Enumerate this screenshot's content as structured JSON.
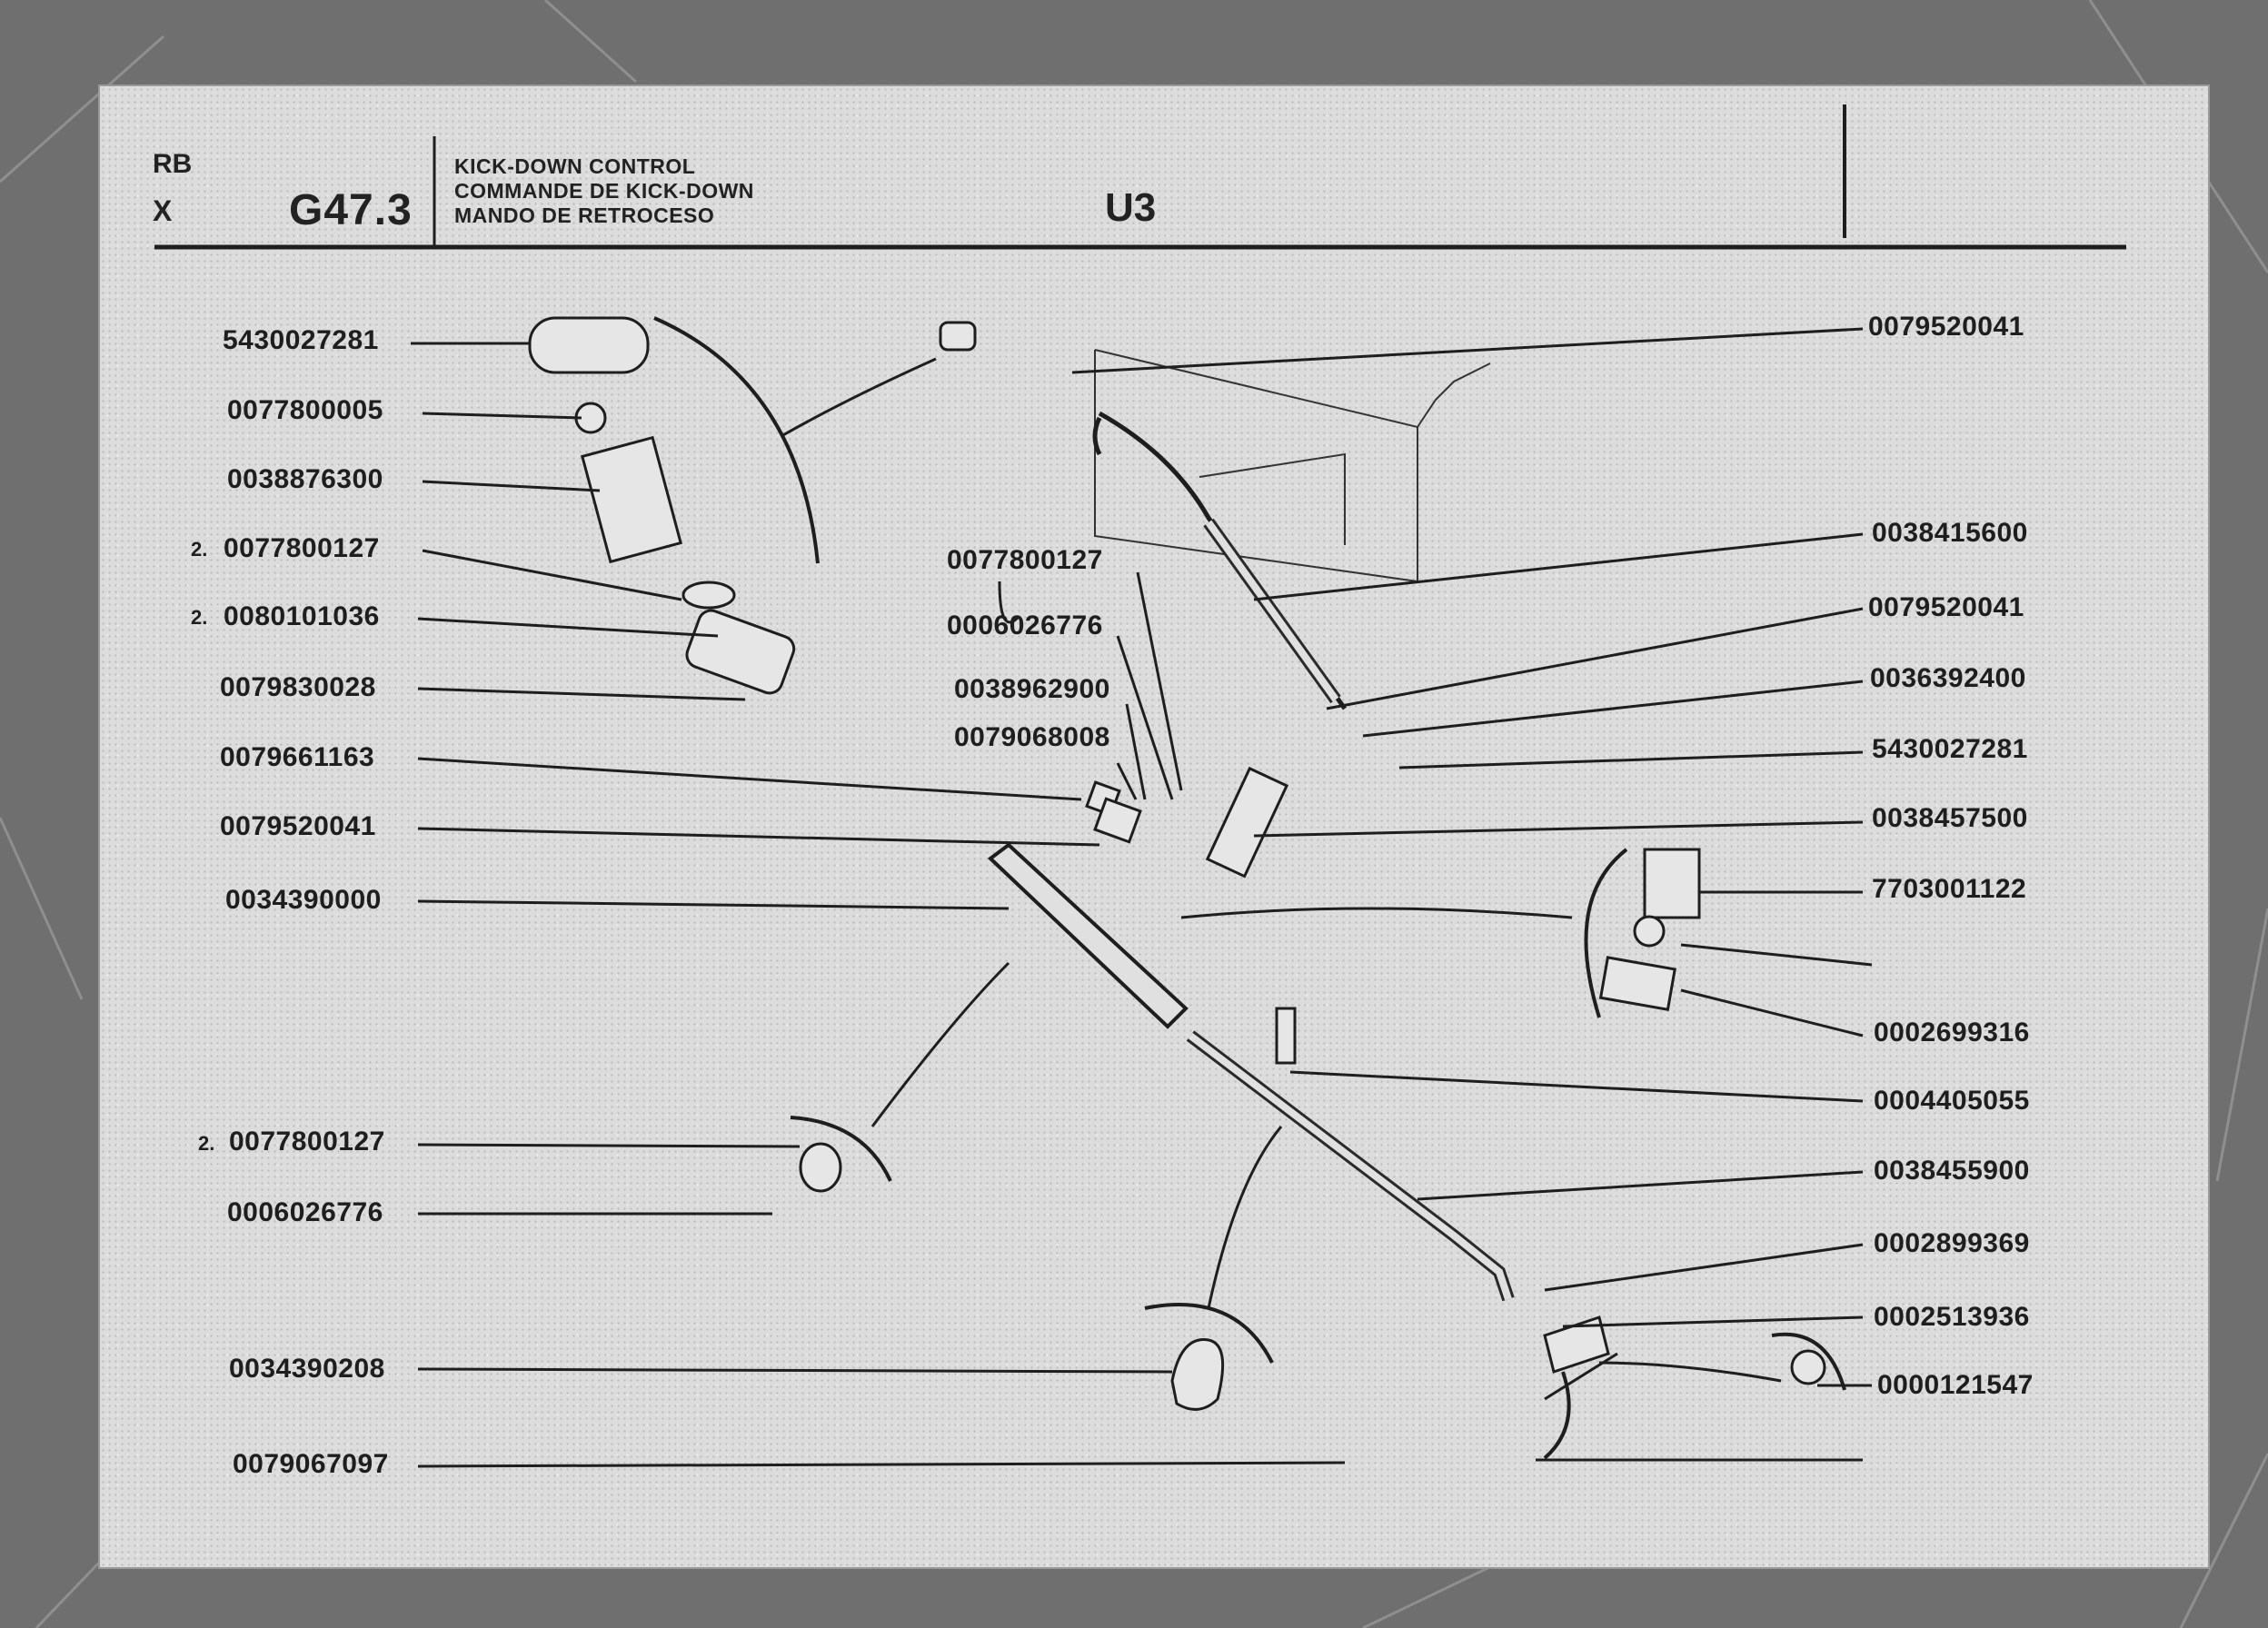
{
  "header": {
    "rb": "RB",
    "x": "X",
    "code": "G47.3",
    "title_lines": [
      "KICK-DOWN CONTROL",
      "COMMANDE DE KICK-DOWN",
      "MANDO DE RETROCESO"
    ],
    "group": "U3"
  },
  "quantity_prefix": "2.",
  "labels_left": [
    "5430027281",
    "0077800005",
    "0038876300",
    "0077800127",
    "0080101036",
    "0079830028",
    "0079661163",
    "0079520041",
    "0034390000",
    "0077800127",
    "0006026776",
    "0034390208",
    "0079067097"
  ],
  "labels_center": [
    "0077800127",
    "0006026776",
    "0038962900",
    "0079068008"
  ],
  "labels_right": [
    "0079520041",
    "0038415600",
    "0079520041",
    "0036392400",
    "5430027281",
    "0038457500",
    "7703001122",
    "0002699316",
    "0004405055",
    "0038455900",
    "0002899369",
    "0002513936",
    "0000121547"
  ]
}
